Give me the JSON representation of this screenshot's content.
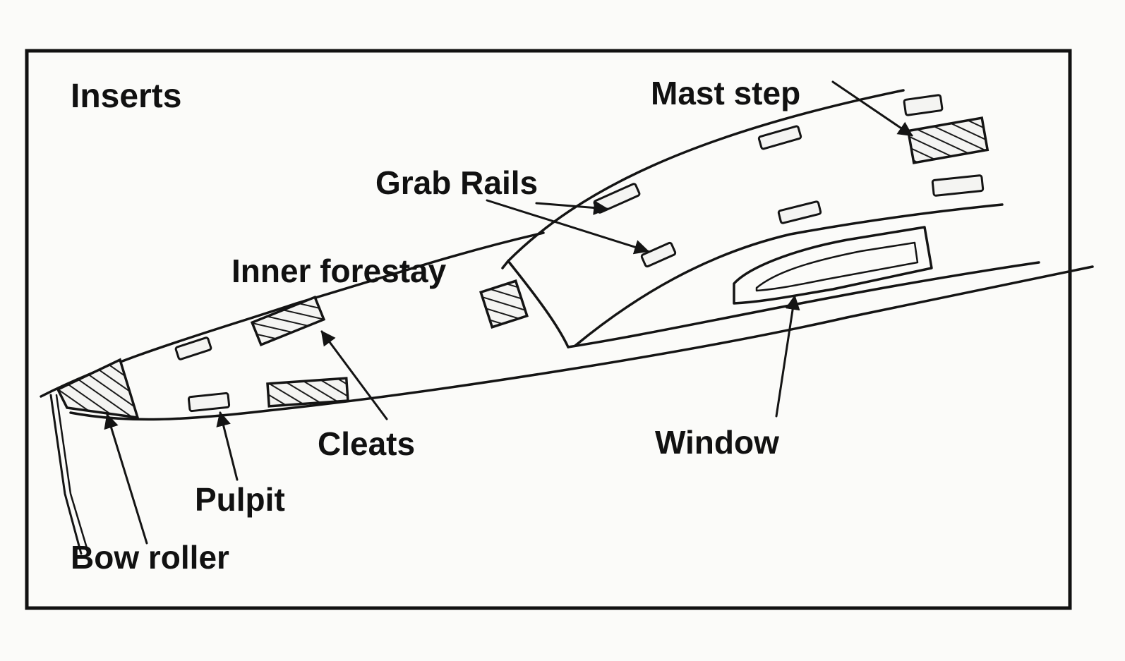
{
  "diagram": {
    "title": "Inserts",
    "labels": {
      "mast_step": "Mast step",
      "grab_rails": "Grab Rails",
      "inner_forestay": "Inner forestay",
      "cleats": "Cleats",
      "window": "Window",
      "pulpit": "Pulpit",
      "bow_roller": "Bow roller"
    }
  }
}
